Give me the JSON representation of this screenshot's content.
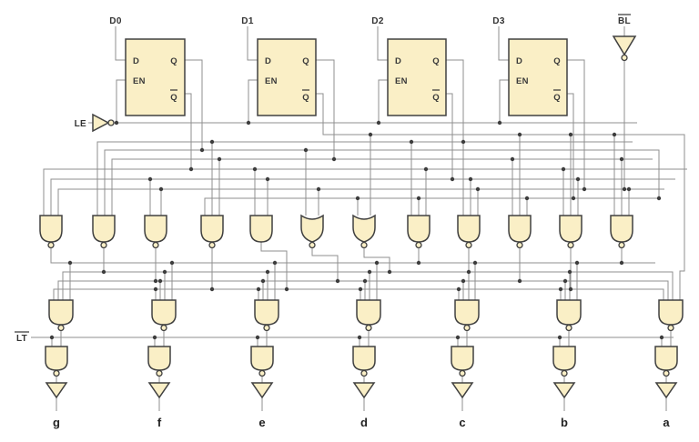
{
  "schematic": {
    "type": "logic-circuit-diagram",
    "subject": "4-bit latch with decoder driving seven segment outputs",
    "inputs": {
      "d0": "D0",
      "d1": "D1",
      "d2": "D2",
      "d3": "D3",
      "latch_enable": "LE",
      "blanking": "BL",
      "lamp_test": "LT",
      "blanking_active_low": true,
      "lamp_test_active_low": true
    },
    "latch_pins": {
      "d": "D",
      "en": "EN",
      "q": "Q",
      "q_bar": "Q"
    },
    "latch_count": 4,
    "outputs": [
      "g",
      "f",
      "e",
      "d",
      "c",
      "b",
      "a"
    ],
    "colors": {
      "component_fill": "#faefc6",
      "component_outline": "#404040",
      "wire": "#8f8f8f",
      "junction_dot": "#3d3d3d",
      "background": "#ffffff",
      "text": "#333333"
    }
  }
}
